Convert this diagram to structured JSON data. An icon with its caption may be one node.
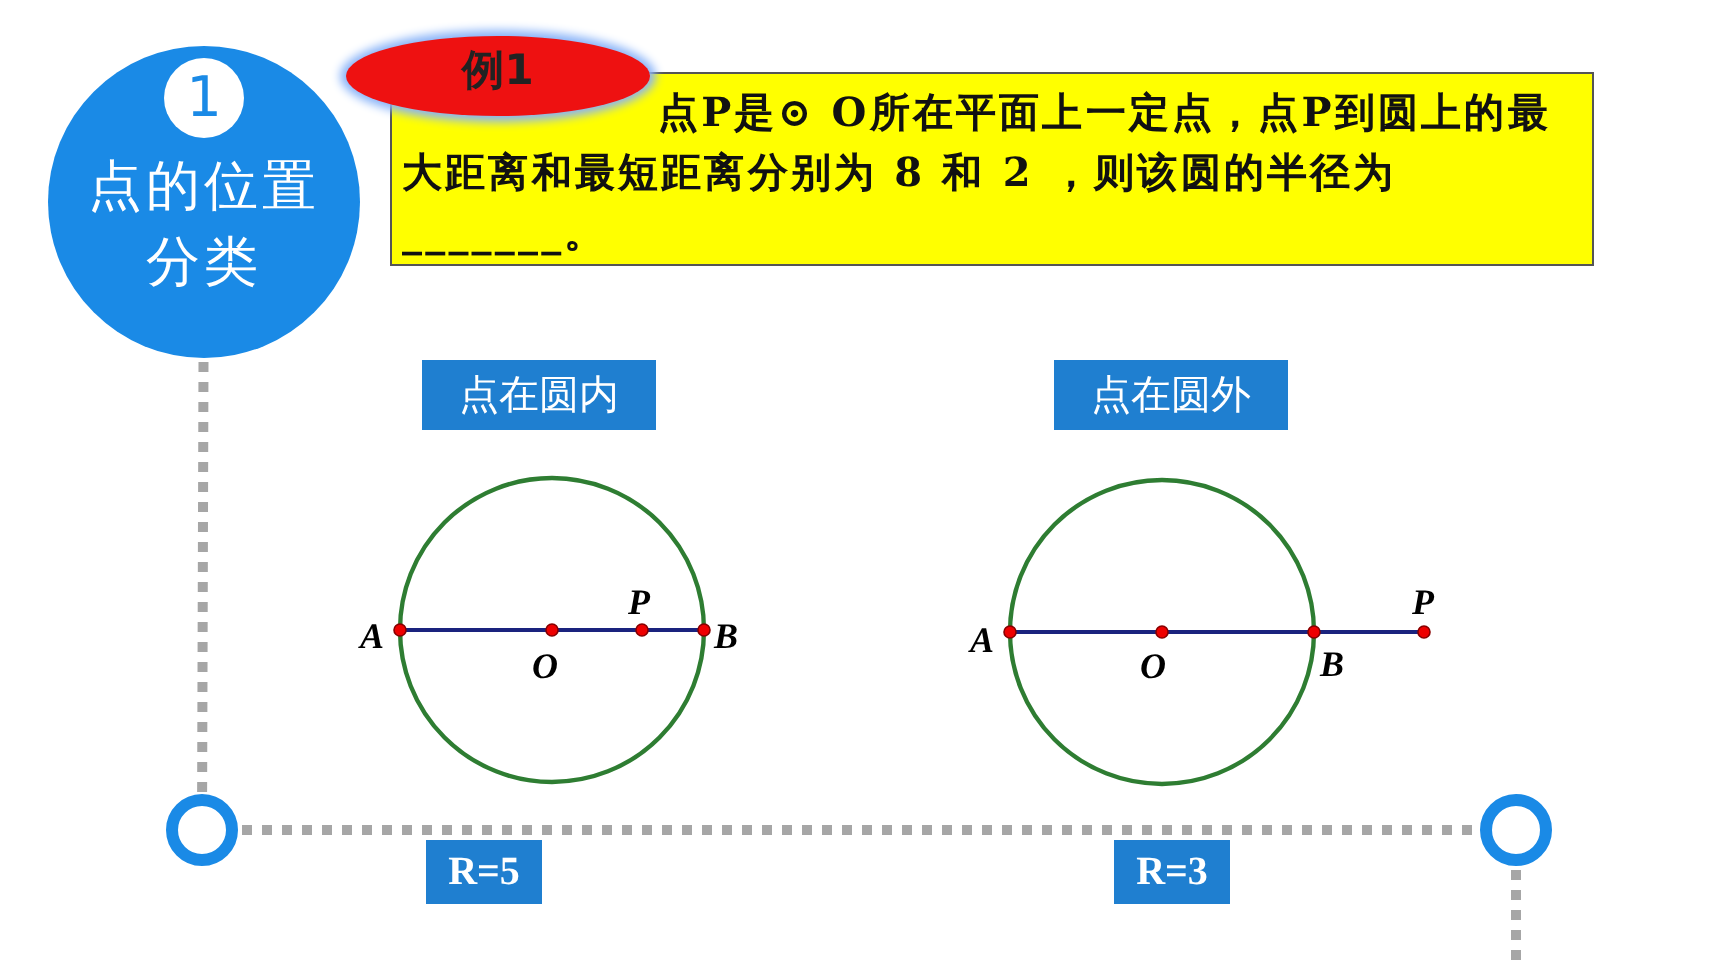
{
  "diagram": {
    "nodes": [
      {
        "text": [
          "1",
          "点的位置分类"
        ]
      },
      {
        "text": [
          "例1"
        ]
      },
      {
        "text": [
          "点P是⊙ O所在平面上一定点，点P到圆上的最大距离和最短距离分别为 8 和 2 ，则该圆的半径为_______。"
        ]
      },
      {
        "text": [
          "点在圆内"
        ]
      },
      {
        "text": [
          "点在圆外"
        ]
      },
      {
        "text": [
          "R=5"
        ]
      },
      {
        "text": [
          "R=3"
        ]
      },
      {
        "text": [],
        "shape": "circle"
      },
      {
        "text": [],
        "shape": "circle"
      }
    ],
    "edges": [
      {
        "from": 0,
        "to": 7,
        "arrow": "none",
        "style": "dashed"
      },
      {
        "from": 7,
        "to": 8,
        "arrow": "none",
        "style": "dashed"
      },
      {
        "from": 8,
        "to": null,
        "arrow": "none",
        "style": "dashed"
      }
    ],
    "labels": [
      "A",
      "O",
      "P",
      "B",
      "A",
      "O",
      "B",
      "P"
    ]
  }
}
